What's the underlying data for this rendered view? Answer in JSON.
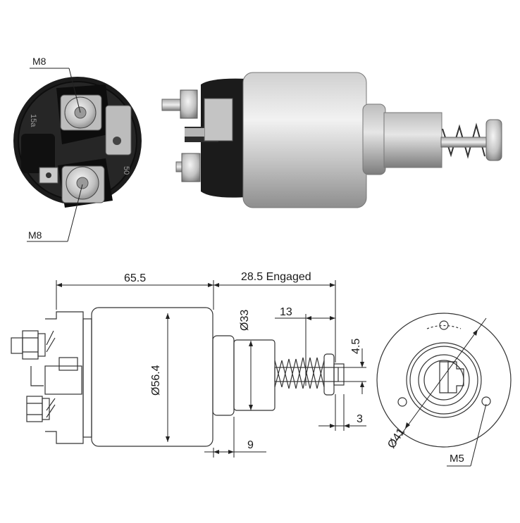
{
  "photo_labels": {
    "terminal_top": "M8",
    "terminal_bottom": "M8",
    "cap_mark_left": "15a",
    "cap_mark_right": "50"
  },
  "dimensions": {
    "body_length": "65.5",
    "engaged_stroke": "28.5 Engaged",
    "body_diameter": "Ø56.4",
    "nose_diameter": "Ø33",
    "spring_length": "13",
    "plunger_slot": "4.5",
    "plunger_tip": "3",
    "nose_length": "9",
    "flange_circle": "Ø41",
    "flange_thread": "M5"
  },
  "colors": {
    "cap": "#1b1b1b",
    "body_light": "#e8e8e8",
    "body_mid": "#b9b9b9",
    "body_dark": "#8c8c8c",
    "line": "#222222"
  }
}
